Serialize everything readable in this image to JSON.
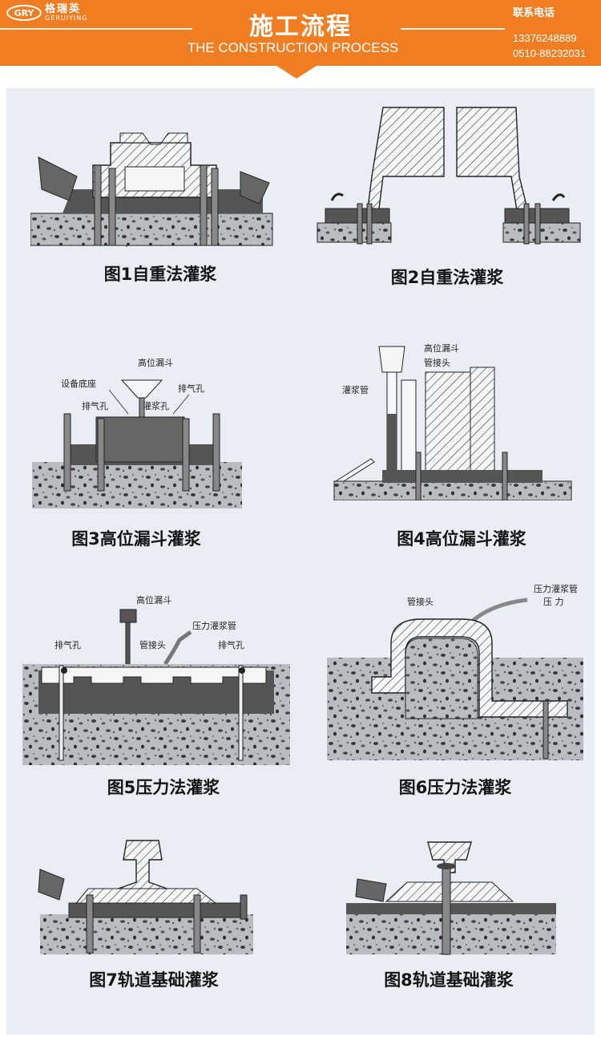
{
  "header": {
    "logo_mark": "GRY",
    "logo_cn": "格瑞英",
    "logo_en": "GERUIYING",
    "title_cn": "施工流程",
    "title_en": "THE CONSTRUCTION PROCESS",
    "contact_label": "联系电话",
    "phone_1": "13376248889",
    "phone_2": "0510-88232031",
    "brand_color": "#f07d22"
  },
  "figures": [
    {
      "caption": "图1自重法灌浆"
    },
    {
      "caption": "图2自重法灌浆"
    },
    {
      "caption": "图3高位漏斗灌浆",
      "labels": [
        "高位漏斗",
        "设备底座",
        "排气孔",
        "灌浆孔",
        "排气孔"
      ]
    },
    {
      "caption": "图4高位漏斗灌浆",
      "labels": [
        "高位漏斗",
        "管接头",
        "灌浆管"
      ]
    },
    {
      "caption": "图5压力法灌浆",
      "labels": [
        "高位漏斗",
        "压力灌浆管",
        "排气孔",
        "管接头",
        "排气孔"
      ]
    },
    {
      "caption": "图6压力法灌浆",
      "labels": [
        "管接头",
        "压力灌浆管",
        "压 力"
      ]
    },
    {
      "caption": "图7轨道基础灌浆"
    },
    {
      "caption": "图8轨道基础灌浆"
    }
  ]
}
